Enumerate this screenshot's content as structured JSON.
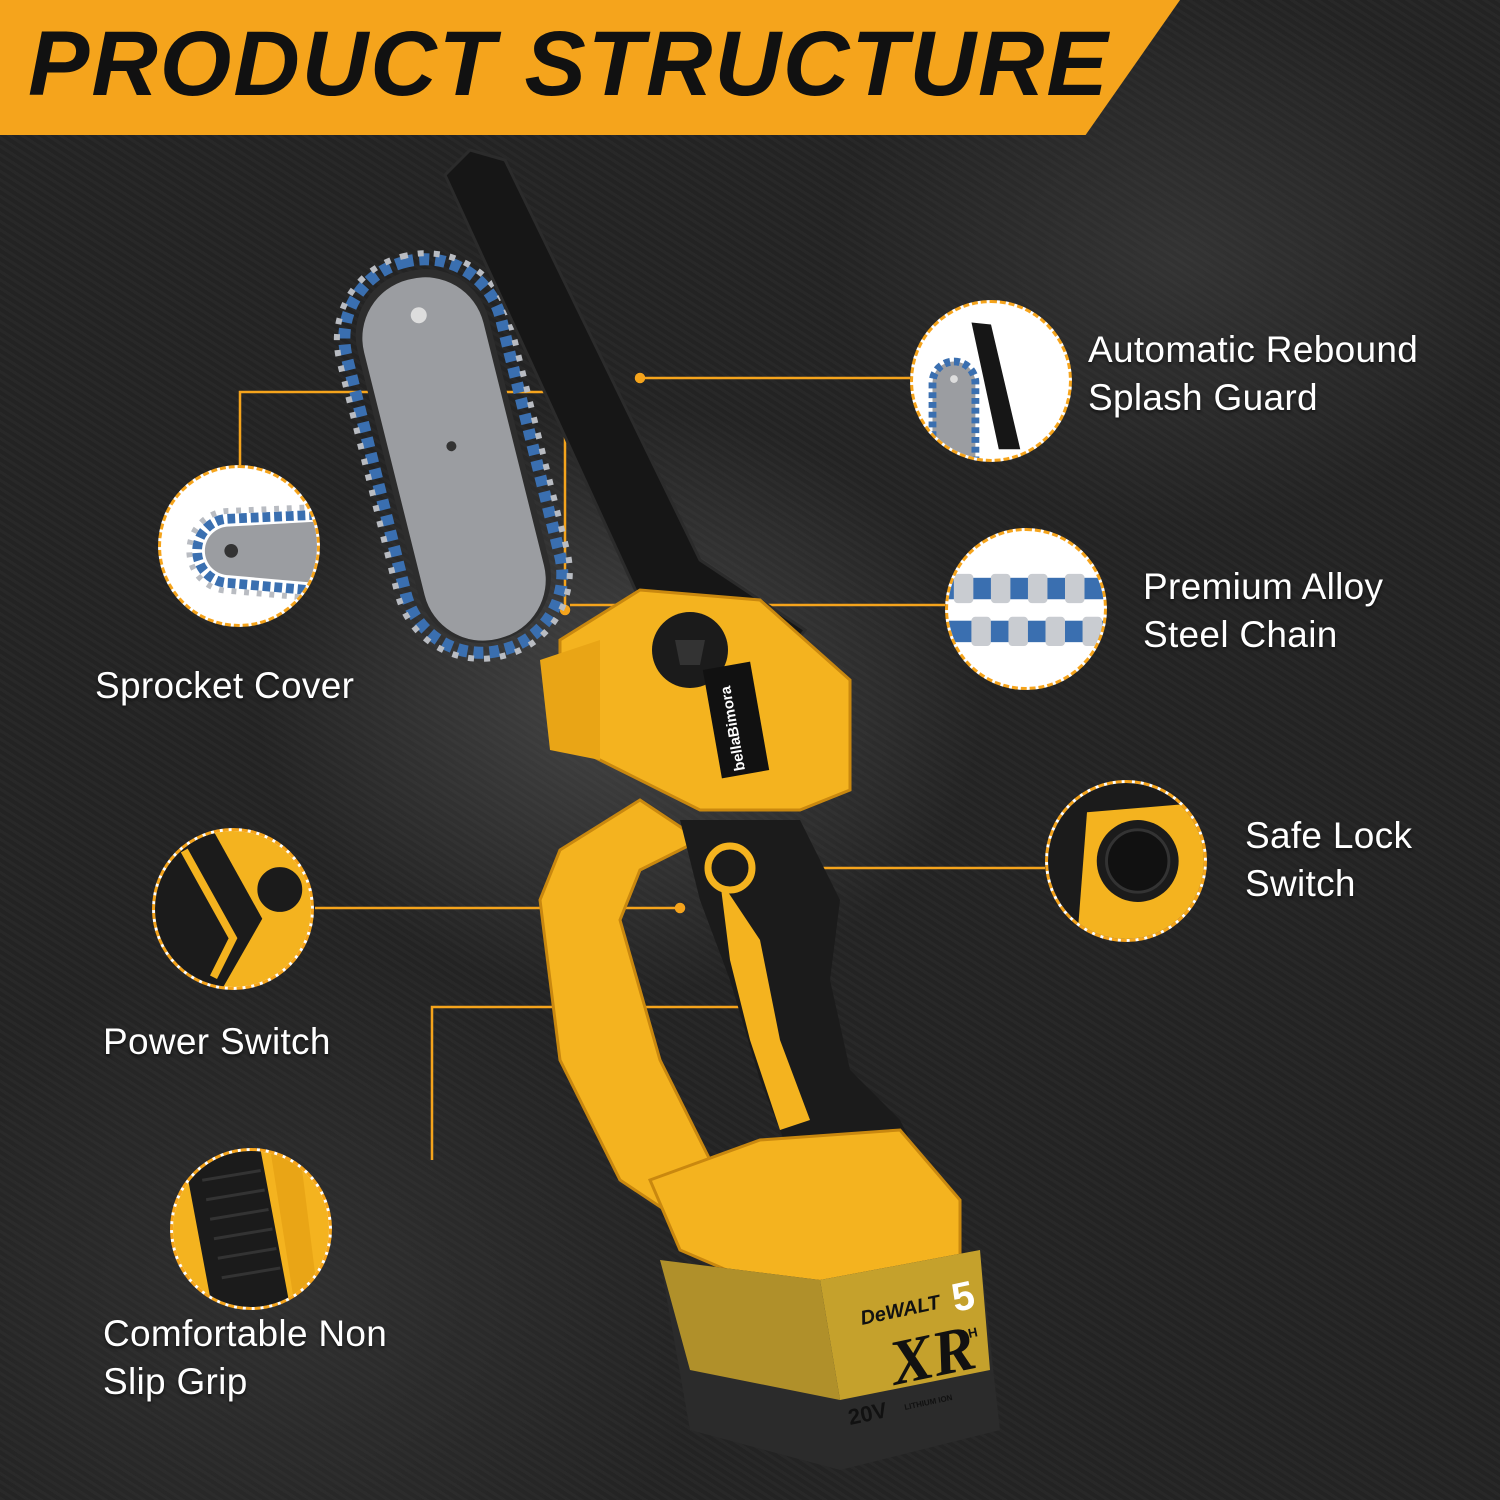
{
  "header": {
    "title": "PRODUCT STRUCTURE"
  },
  "colors": {
    "accent": "#f5a41c",
    "tool_yellow": "#f4b31f",
    "tool_black": "#1b1b1b",
    "chain_blue": "#3a6fb0"
  },
  "features": [
    {
      "id": "splash-guard",
      "lines": [
        "Automatic Rebound",
        "Splash Guard"
      ]
    },
    {
      "id": "sprocket-cover",
      "lines": [
        "Sprocket Cover"
      ]
    },
    {
      "id": "alloy-chain",
      "lines": [
        "Premium Alloy",
        "Steel Chain"
      ]
    },
    {
      "id": "safe-lock",
      "lines": [
        "Safe Lock",
        "Switch"
      ]
    },
    {
      "id": "power-switch",
      "lines": [
        "Power Switch"
      ]
    },
    {
      "id": "grip",
      "lines": [
        "Comfortable Non",
        "Slip Grip"
      ]
    }
  ],
  "product": {
    "brand_label": "bellaBimora",
    "battery": {
      "brand": "DeWALT",
      "voltage": "20V",
      "capacity": "5",
      "unit": "AH",
      "series": "XR",
      "chemistry": "LITHIUM ION"
    }
  }
}
